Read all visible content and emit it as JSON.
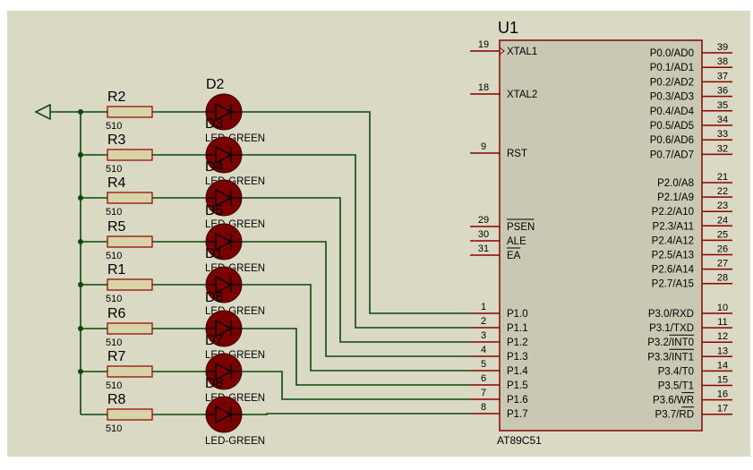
{
  "chip": {
    "ref": "U1",
    "part": "AT89C51",
    "left_pins": [
      {
        "num": "19",
        "name": "XTAL1",
        "clock": true
      },
      {
        "num": "18",
        "name": "XTAL2"
      },
      {
        "num": "9",
        "name": "RST"
      },
      {
        "num": "29",
        "name": "PSEN",
        "over": true
      },
      {
        "num": "30",
        "name": "ALE"
      },
      {
        "num": "31",
        "name": "EA",
        "over": true
      },
      {
        "num": "1",
        "name": "P1.0"
      },
      {
        "num": "2",
        "name": "P1.1"
      },
      {
        "num": "3",
        "name": "P1.2"
      },
      {
        "num": "4",
        "name": "P1.3"
      },
      {
        "num": "5",
        "name": "P1.4"
      },
      {
        "num": "6",
        "name": "P1.5"
      },
      {
        "num": "7",
        "name": "P1.6"
      },
      {
        "num": "8",
        "name": "P1.7"
      }
    ],
    "right_pins": [
      {
        "num": "39",
        "name": "P0.0/AD0"
      },
      {
        "num": "38",
        "name": "P0.1/AD1"
      },
      {
        "num": "37",
        "name": "P0.2/AD2"
      },
      {
        "num": "36",
        "name": "P0.3/AD3"
      },
      {
        "num": "35",
        "name": "P0.4/AD4"
      },
      {
        "num": "34",
        "name": "P0.5/AD5"
      },
      {
        "num": "33",
        "name": "P0.6/AD6"
      },
      {
        "num": "32",
        "name": "P0.7/AD7"
      },
      {
        "num": "21",
        "name": "P2.0/A8"
      },
      {
        "num": "22",
        "name": "P2.1/A9"
      },
      {
        "num": "23",
        "name": "P2.2/A10"
      },
      {
        "num": "24",
        "name": "P2.3/A11"
      },
      {
        "num": "25",
        "name": "P2.4/A12"
      },
      {
        "num": "26",
        "name": "P2.5/A13"
      },
      {
        "num": "27",
        "name": "P2.6/A14"
      },
      {
        "num": "28",
        "name": "P2.7/A15"
      },
      {
        "num": "10",
        "name": "P3.0/RXD"
      },
      {
        "num": "11",
        "name": "P3.1/TXD"
      },
      {
        "num": "12",
        "name": "P3.2/INT0",
        "over_from": 5
      },
      {
        "num": "13",
        "name": "P3.3/INT1",
        "over_from": 5
      },
      {
        "num": "14",
        "name": "P3.4/T0"
      },
      {
        "num": "15",
        "name": "P3.5/T1"
      },
      {
        "num": "16",
        "name": "P3.6/WR",
        "over_from": 5
      },
      {
        "num": "17",
        "name": "P3.7/RD",
        "over_from": 5
      }
    ]
  },
  "rows": [
    {
      "resistor": "R2",
      "value": "510",
      "led_ref": "D2",
      "led_value": "LED-GREEN"
    },
    {
      "resistor": "R3",
      "value": "510",
      "led_ref": "D3",
      "led_value": "LED-GREEN"
    },
    {
      "resistor": "R4",
      "value": "510",
      "led_ref": "D4",
      "led_value": "LED-GREEN"
    },
    {
      "resistor": "R5",
      "value": "510",
      "led_ref": "D5",
      "led_value": "LED-GREEN"
    },
    {
      "resistor": "R1",
      "value": "510",
      "led_ref": "D1",
      "led_value": "LED-GREEN"
    },
    {
      "resistor": "R6",
      "value": "510",
      "led_ref": "D6",
      "led_value": "LED-GREEN"
    },
    {
      "resistor": "R7",
      "value": "510",
      "led_ref": "D7",
      "led_value": "LED-GREEN"
    },
    {
      "resistor": "R8",
      "value": "510",
      "led_ref": "D8",
      "led_value": "LED-GREEN"
    }
  ],
  "colors": {
    "background": "#d9d9c4",
    "chip_fill": "#c9c9b3",
    "chip_border": "#8b0000",
    "wire": "#0a4a0a",
    "resistor": "#d8d4a8",
    "led": "#7a0000",
    "text": "#000000",
    "pin": "#8b0000"
  }
}
